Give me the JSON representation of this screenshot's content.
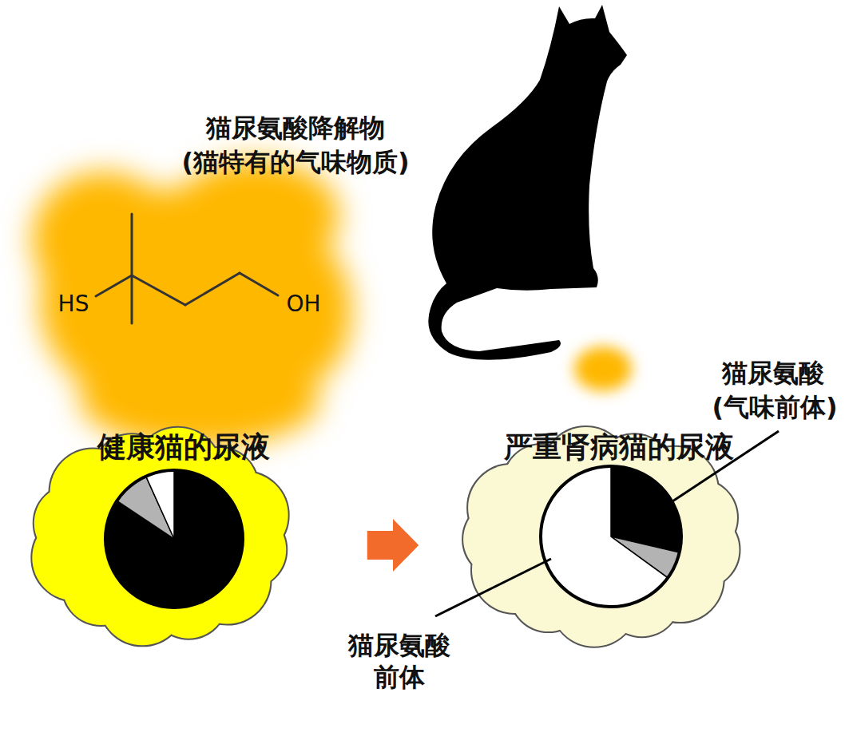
{
  "diagram": {
    "nodes": [
      {
        "text": [
          "健康猫的尿液"
        ]
      },
      {
        "text": [
          "严重肾病猫的尿液"
        ]
      }
    ],
    "edges": [
      {
        "from": 0,
        "to": 1,
        "arrow": "to"
      }
    ],
    "labels": [
      "猫尿氨酸降解物",
      "(猫特有的气味物质)",
      "HS",
      "OH",
      "猫尿氨酸",
      "(气味前体)",
      "猫尿氨酸前体"
    ]
  }
}
